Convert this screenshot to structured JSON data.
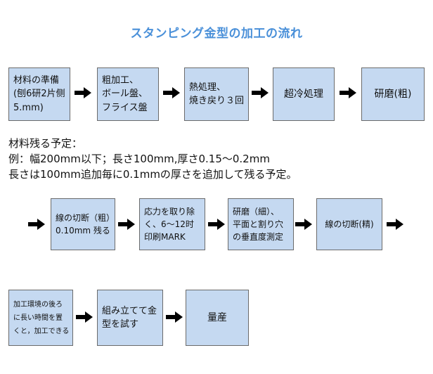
{
  "title": "スタンピング金型の加工の流れ",
  "row1": [
    {
      "lines": [
        "材料の準備",
        "(刨6研2片侧",
        "5.mm)"
      ]
    },
    {
      "lines": [
        "粗加工、",
        "ボール盤、",
        "フライス盤"
      ]
    },
    {
      "lines": [
        "熱処理、",
        "焼き戻り３回"
      ]
    },
    {
      "lines": [
        "超冷処理"
      ]
    },
    {
      "lines": [
        "研磨(粗)"
      ]
    }
  ],
  "notes": [
    "材料残る予定：",
    "例：幅200mm以下；長さ100mm,厚さ0.15～0.2mm",
    "長さは100mm追加毎に0.1mmの厚さを追加して残る予定。"
  ],
  "row2": [
    {
      "lines": [
        "線の切断（粗）",
        "0.10mm 残る"
      ]
    },
    {
      "lines": [
        "応力を取り除",
        "く、6～12时",
        "印刷MARK"
      ]
    },
    {
      "lines": [
        "研磨（細）、",
        "平面と割り穴",
        "の垂直度測定"
      ]
    },
    {
      "lines": [
        "線の切断(精)"
      ]
    }
  ],
  "row3": [
    {
      "lines": [
        "加工環境の後ろ",
        "に長い時間を置",
        "くと，加工できる"
      ]
    },
    {
      "lines": [
        "組み立てて金",
        "型を試す"
      ]
    },
    {
      "lines": [
        "量産"
      ]
    }
  ],
  "colors": {
    "title": "#4a90d9",
    "box_fill": "#c5d9f1",
    "box_border": "#6b6b6b",
    "arrow": "#000000"
  }
}
